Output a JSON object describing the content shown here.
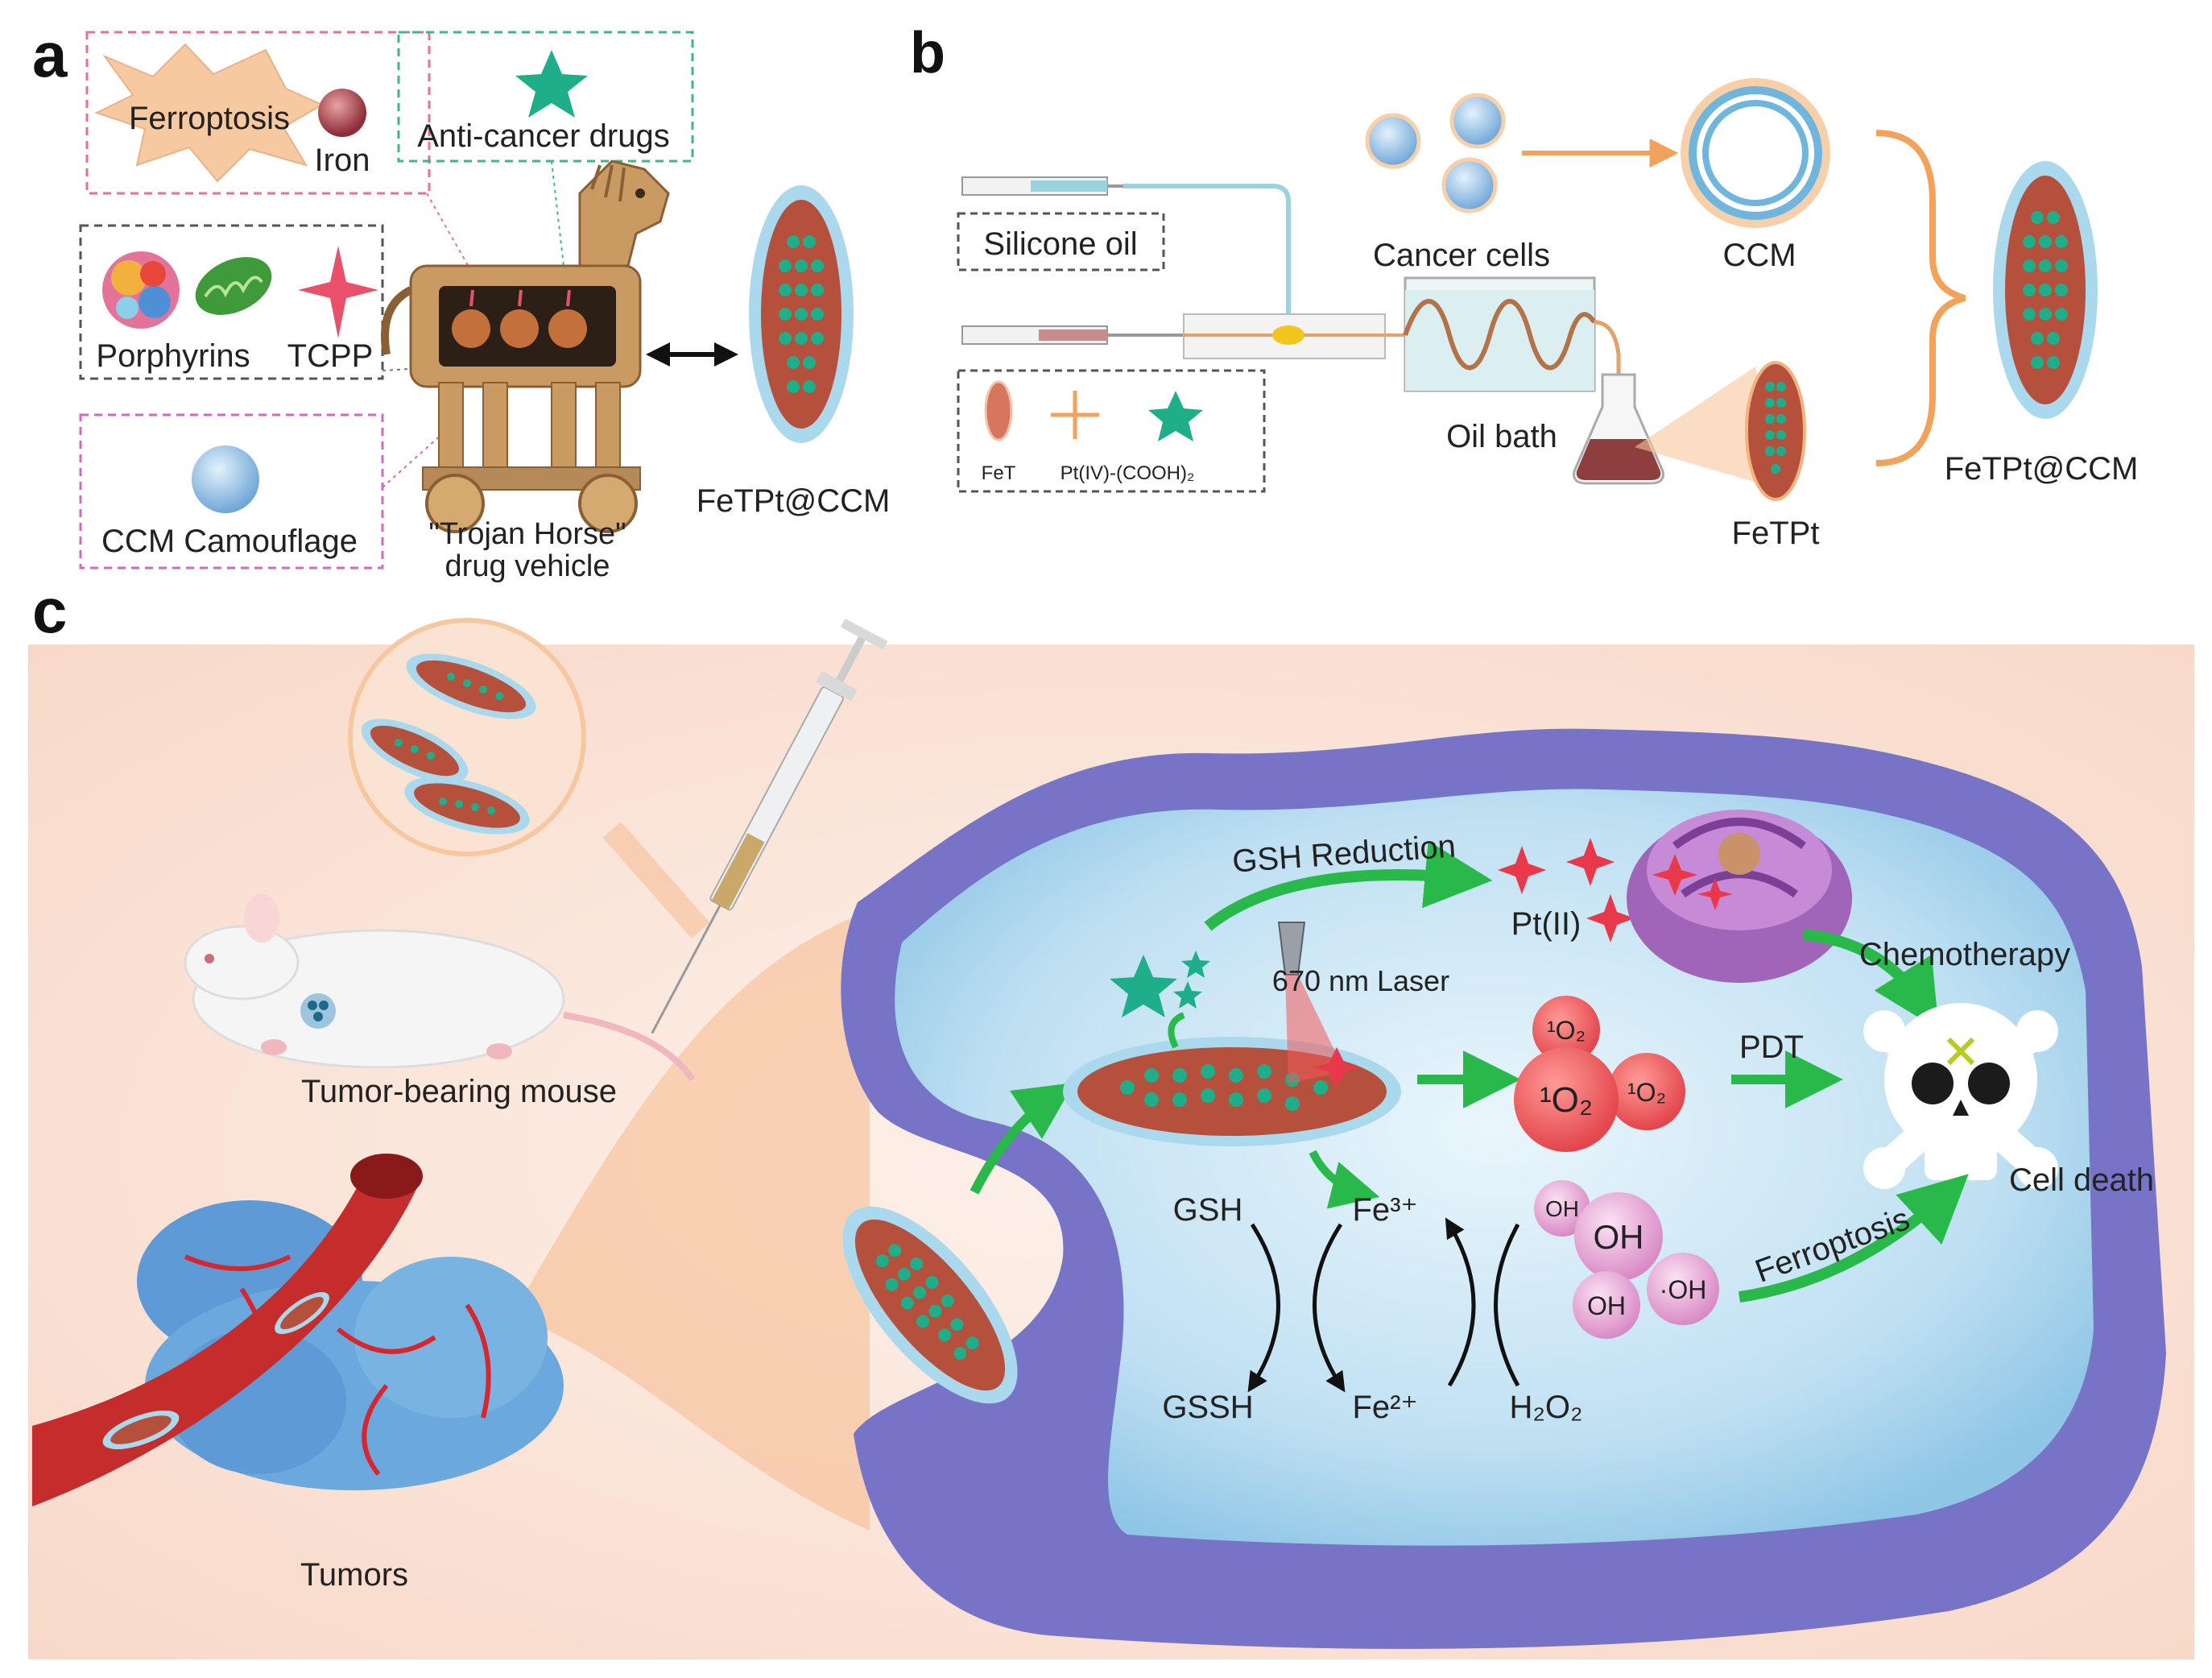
{
  "panels": {
    "a": "a",
    "b": "b",
    "c": "c"
  },
  "panel_a": {
    "ferroptosis": "Ferroptosis",
    "iron": "Iron",
    "anticancer": "Anti-cancer drugs",
    "porphyrins": "Porphyrins",
    "tcpp": "TCPP",
    "ccm_camouflage": "CCM Camouflage",
    "trojan_line1": "\"Trojan Horse\"",
    "trojan_line2": "drug vehicle",
    "fetpt_ccm": "FeTPt@CCM"
  },
  "panel_b": {
    "silicone_oil": "Silicone oil",
    "fet": "FeT",
    "pt_cooh": "Pt(IV)-(COOH)₂",
    "cancer_cells": "Cancer cells",
    "ccm": "CCM",
    "oil_bath": "Oil bath",
    "fetpt": "FeTPt",
    "fetpt_ccm": "FeTPt@CCM"
  },
  "panel_c": {
    "tumor_mouse": "Tumor-bearing mouse",
    "tumors": "Tumors",
    "gsh_reduction": "GSH Reduction",
    "pt2": "Pt(II)",
    "laser": "670 nm Laser",
    "chemotherapy": "Chemotherapy",
    "o2": "¹O₂",
    "pdt": "PDT",
    "cell_death": "Cell death",
    "gsh": "GSH",
    "fe3": "Fe³⁺",
    "gssh": "GSSH",
    "fe2": "Fe²⁺",
    "h2o2": "H₂O₂",
    "oh": "OH",
    "oh_minus": "·OH",
    "ferroptosis": "Ferroptosis"
  },
  "colors": {
    "background": "#ffffff",
    "panel_c_bg": "#fcebe2",
    "cell_membrane": "#7774c8",
    "cytoplasm": "#bfe0f2",
    "particle_core": "#b4503c",
    "particle_shell": "#aad8ec",
    "drug_star": "#1fae8a",
    "arrow_green": "#29b84a",
    "arrow_orange": "#f2a25a",
    "ros_red": "#f2595a",
    "oh_pink": "#e7a9d8",
    "pt_star": "#e8384a"
  }
}
